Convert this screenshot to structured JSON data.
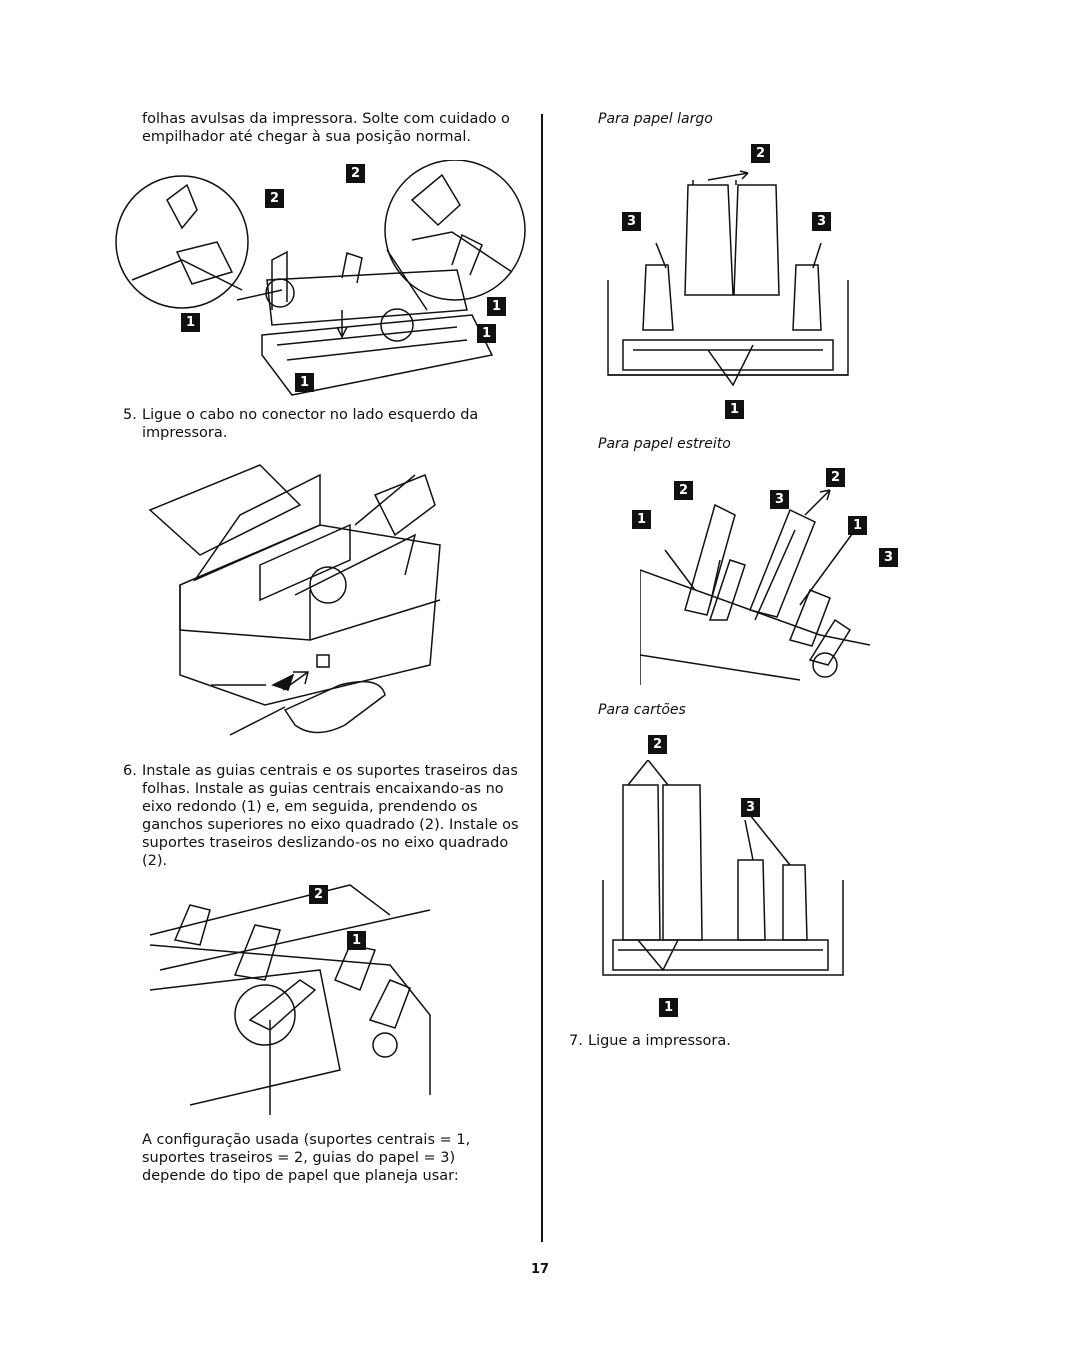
{
  "left": {
    "intro": "folhas avulsas da impressora. Solte com cuidado o empilhador até chegar à sua posição normal.",
    "step5": {
      "num": "5.",
      "text": "Ligue o cabo no conector no lado esquerdo da impressora."
    },
    "step6": {
      "num": "6.",
      "text": "Instale as guias centrais e os suportes traseiros das folhas. Instale as guias centrais encaixando-as no eixo redondo (1) e, em seguida, prendendo os ganchos superiores no eixo quadrado (2). Instale os suportes traseiros deslizando-os no eixo quadrado (2)."
    },
    "config": "A configuração usada (suportes centrais = 1, suportes traseiros = 2, guias do papel = 3) depende do tipo de papel que planeja usar:"
  },
  "right": {
    "caption_wide": "Para papel largo",
    "caption_narrow": "Para papel estreito",
    "caption_cards": "Para cartões",
    "step7": {
      "num": "7.",
      "text": "Ligue a impressora."
    }
  },
  "callouts": {
    "one": "1",
    "two": "2",
    "three": "3"
  },
  "page_number": "17"
}
